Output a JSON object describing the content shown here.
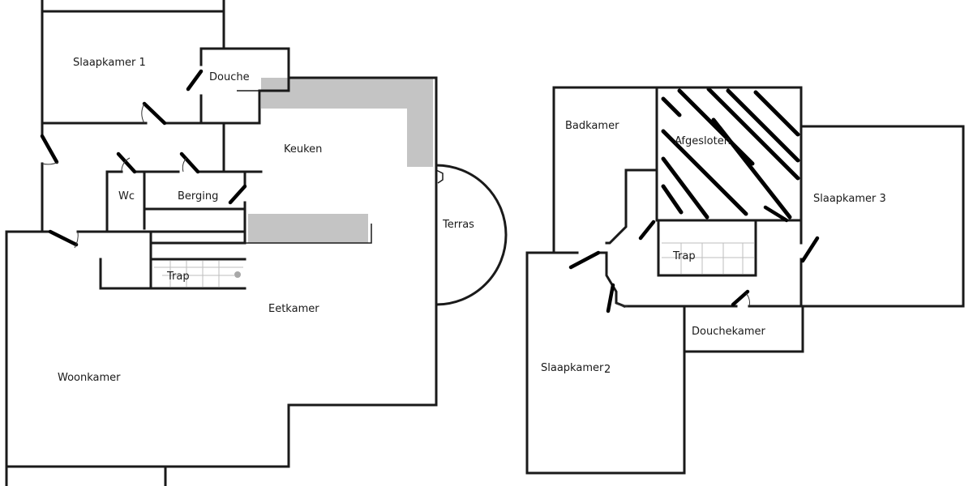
{
  "rooms": {
    "slaapkamer1": "Slaapkamer 1",
    "douche": "Douche",
    "keuken": "Keuken",
    "wc": "Wc",
    "berging": "Berging",
    "trap1": "Trap",
    "eetkamer": "Eetkamer",
    "woonkamer": "Woonkamer",
    "terras": "Terras",
    "badkamer": "Badkamer",
    "afgesloten": "Afgesloten",
    "slaapkamer3": "Slaapkamer 3",
    "trap2": "Trap",
    "douchekamer": "Douchekamer",
    "slaapkamer2": "Slaapkamer",
    "slaapkamer2_num": "2"
  },
  "colors": {
    "wall": "#1a1a1a",
    "counter": "#c4c4c4",
    "background": "#ffffff"
  }
}
